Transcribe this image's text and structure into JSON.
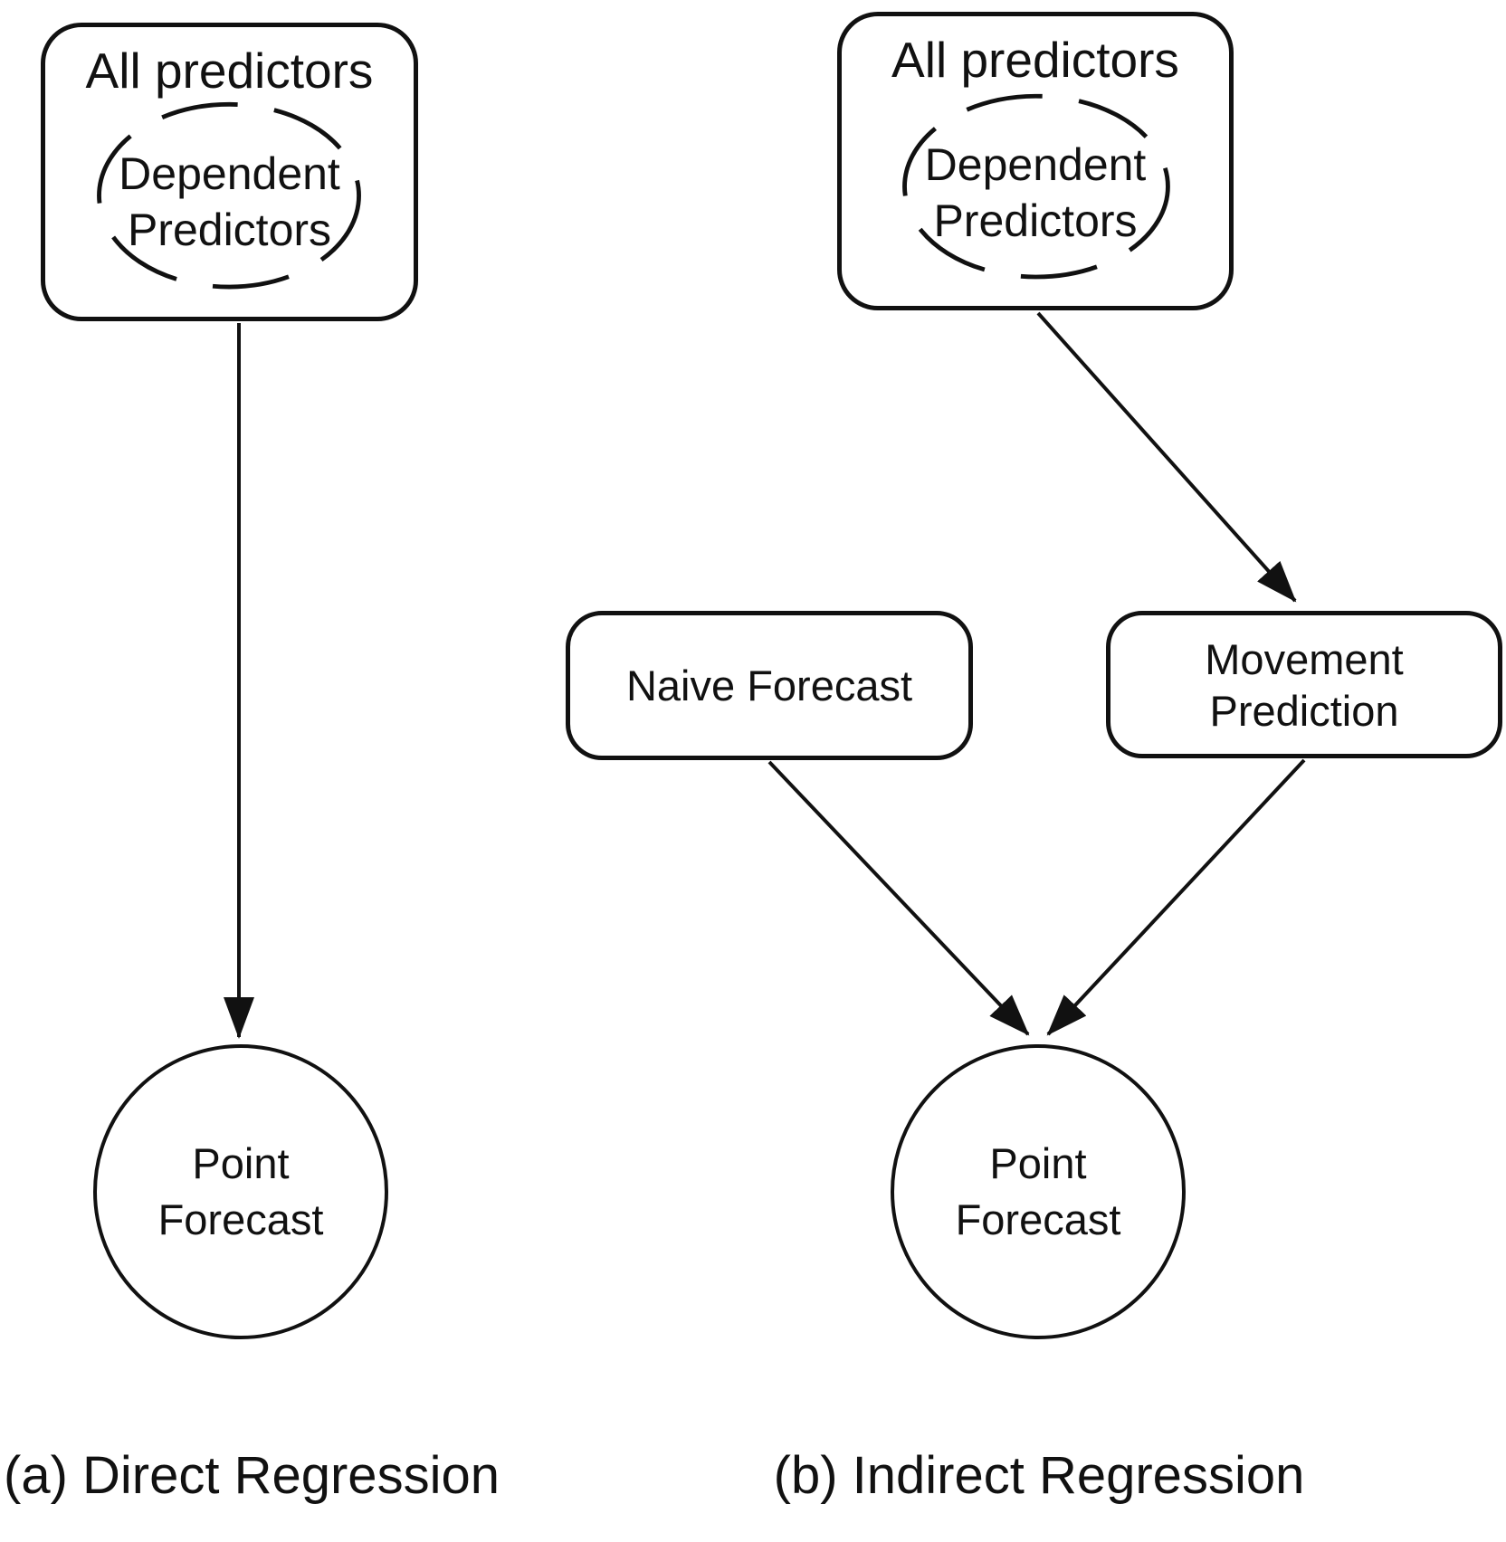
{
  "colors": {
    "ink": "#111111",
    "background": "#ffffff"
  },
  "panel_a": {
    "all_predictors_label": "All predictors",
    "dependent_line1": "Dependent",
    "dependent_line2": "Predictors",
    "point_line1": "Point",
    "point_line2": "Forecast",
    "caption": "(a) Direct Regression"
  },
  "panel_b": {
    "all_predictors_label": "All predictors",
    "dependent_line1": "Dependent",
    "dependent_line2": "Predictors",
    "naive_label": "Naive Forecast",
    "movement_line1": "Movement",
    "movement_line2": "Prediction",
    "point_line1": "Point",
    "point_line2": "Forecast",
    "caption": "(b) Indirect Regression"
  }
}
